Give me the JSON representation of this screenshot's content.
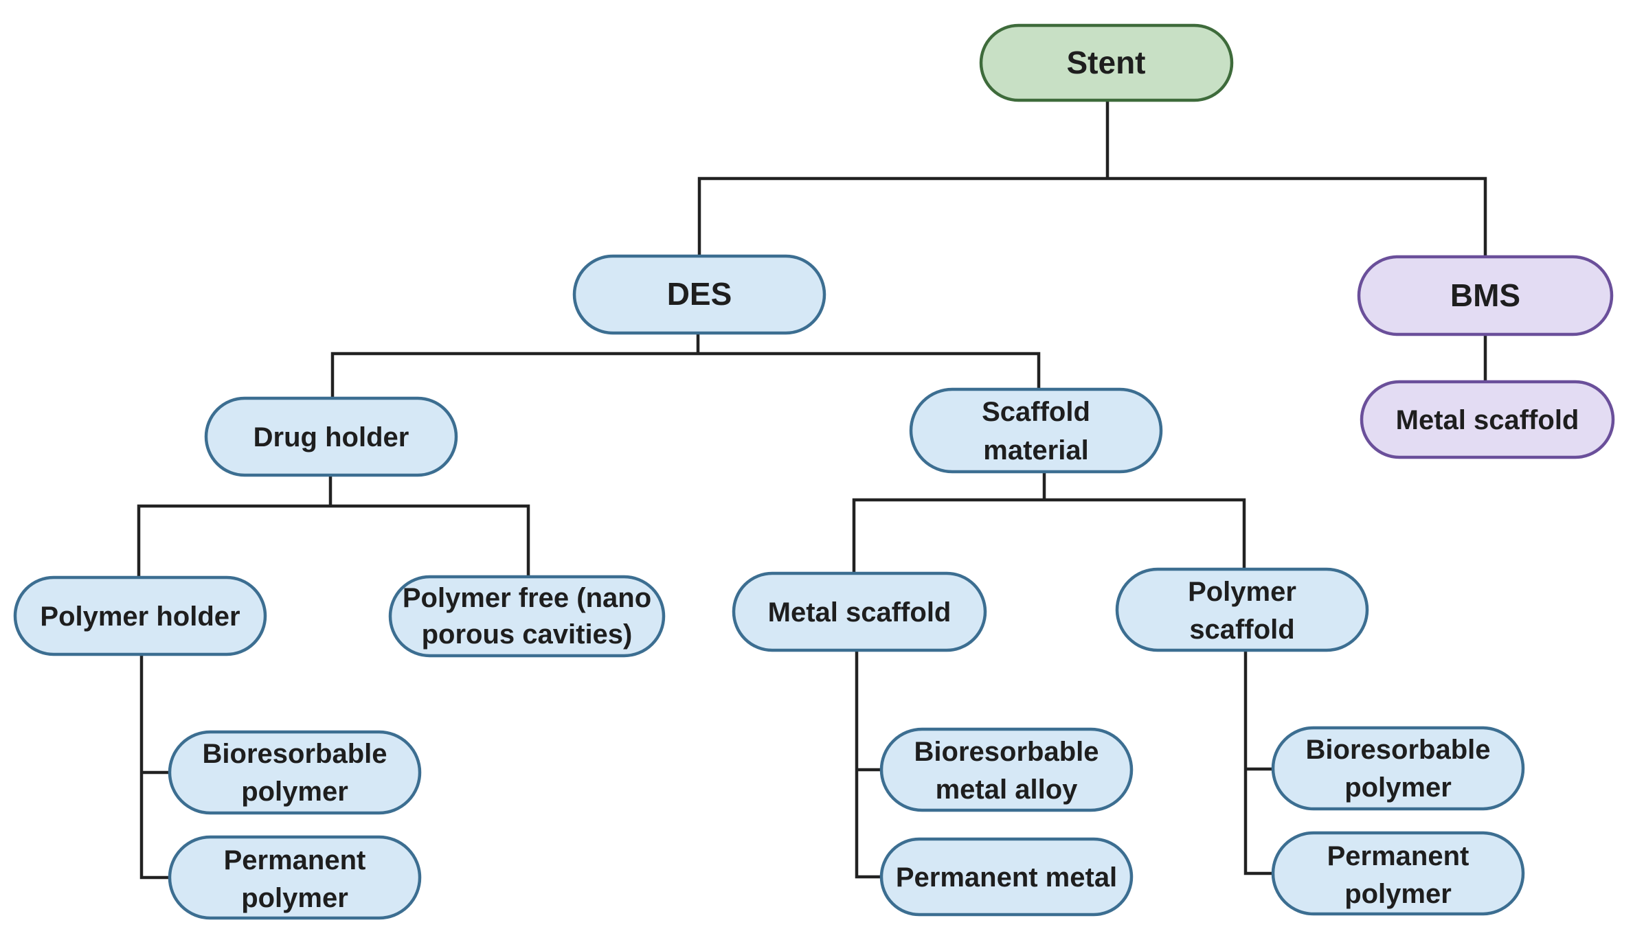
{
  "root": {
    "label": "Stent"
  },
  "des": {
    "label": "DES"
  },
  "bms": {
    "label": "BMS"
  },
  "bms_metal_scaffold": {
    "label": "Metal scaffold"
  },
  "drug_holder": {
    "label": "Drug holder"
  },
  "scaffold_material": {
    "line1": "Scaffold",
    "line2": "material"
  },
  "polymer_holder": {
    "label": "Polymer holder"
  },
  "polymer_free": {
    "line1": "Polymer free (nano",
    "line2": "porous cavities)"
  },
  "des_metal_scaffold": {
    "label": "Metal scaffold"
  },
  "polymer_scaffold": {
    "line1": "Polymer",
    "line2": "scaffold"
  },
  "ph_bioresorbable_polymer": {
    "line1": "Bioresorbable",
    "line2": "polymer"
  },
  "ph_permanent_polymer": {
    "line1": "Permanent",
    "line2": "polymer"
  },
  "ms_bioresorbable_alloy": {
    "line1": "Bioresorbable",
    "line2": "metal alloy"
  },
  "ms_permanent_metal": {
    "label": "Permanent metal"
  },
  "ps_bioresorbable_polymer": {
    "line1": "Bioresorbable",
    "line2": "polymer"
  },
  "ps_permanent_polymer": {
    "line1": "Permanent",
    "line2": "polymer"
  },
  "colors": {
    "root_fill": "#c8e0c5",
    "des_fill": "#d6e8f6",
    "bms_fill": "#e3dcf3",
    "line": "#222222"
  }
}
